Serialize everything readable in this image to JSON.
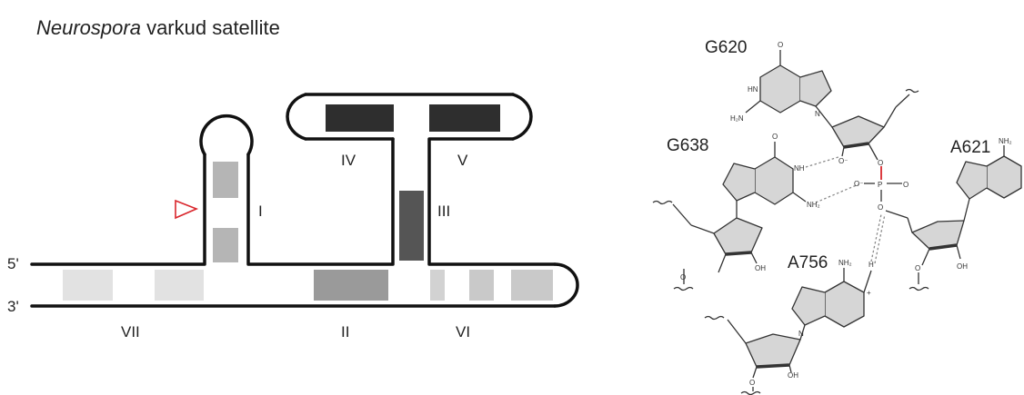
{
  "title": {
    "genus": "Neurospora",
    "rest": " varkud satellite"
  },
  "strands": {
    "five_prime": "5'",
    "three_prime": "3'"
  },
  "helices": {
    "I": "I",
    "II": "II",
    "III": "III",
    "IV": "IV",
    "V": "V",
    "VI": "VI",
    "VII": "VII"
  },
  "cleavage_marker_color": "#d9262c",
  "active_site": {
    "g620": "G620",
    "g638": "G638",
    "a621": "A621",
    "a756": "A756",
    "atoms": {
      "o": "O",
      "hn": "HN",
      "h2n": "H₂N",
      "nh": "NH",
      "nh2": "NH₂",
      "nh2b": "NH₂",
      "n": "N",
      "oh": "OH",
      "o_minus": "O⁻",
      "p": "P",
      "h": "H",
      "plus": "+"
    }
  },
  "colors": {
    "dark_helix": "#2e2e2e",
    "mid_helix": "#555555",
    "grey_helix": "#9a9a9a",
    "light_helix": "#c9c9c9",
    "lighter_helix": "#e2e2e2",
    "ring_fill": "#d6d6d6",
    "hbond": "#8a8a8a",
    "phosphate_bond": "#d9262c"
  }
}
